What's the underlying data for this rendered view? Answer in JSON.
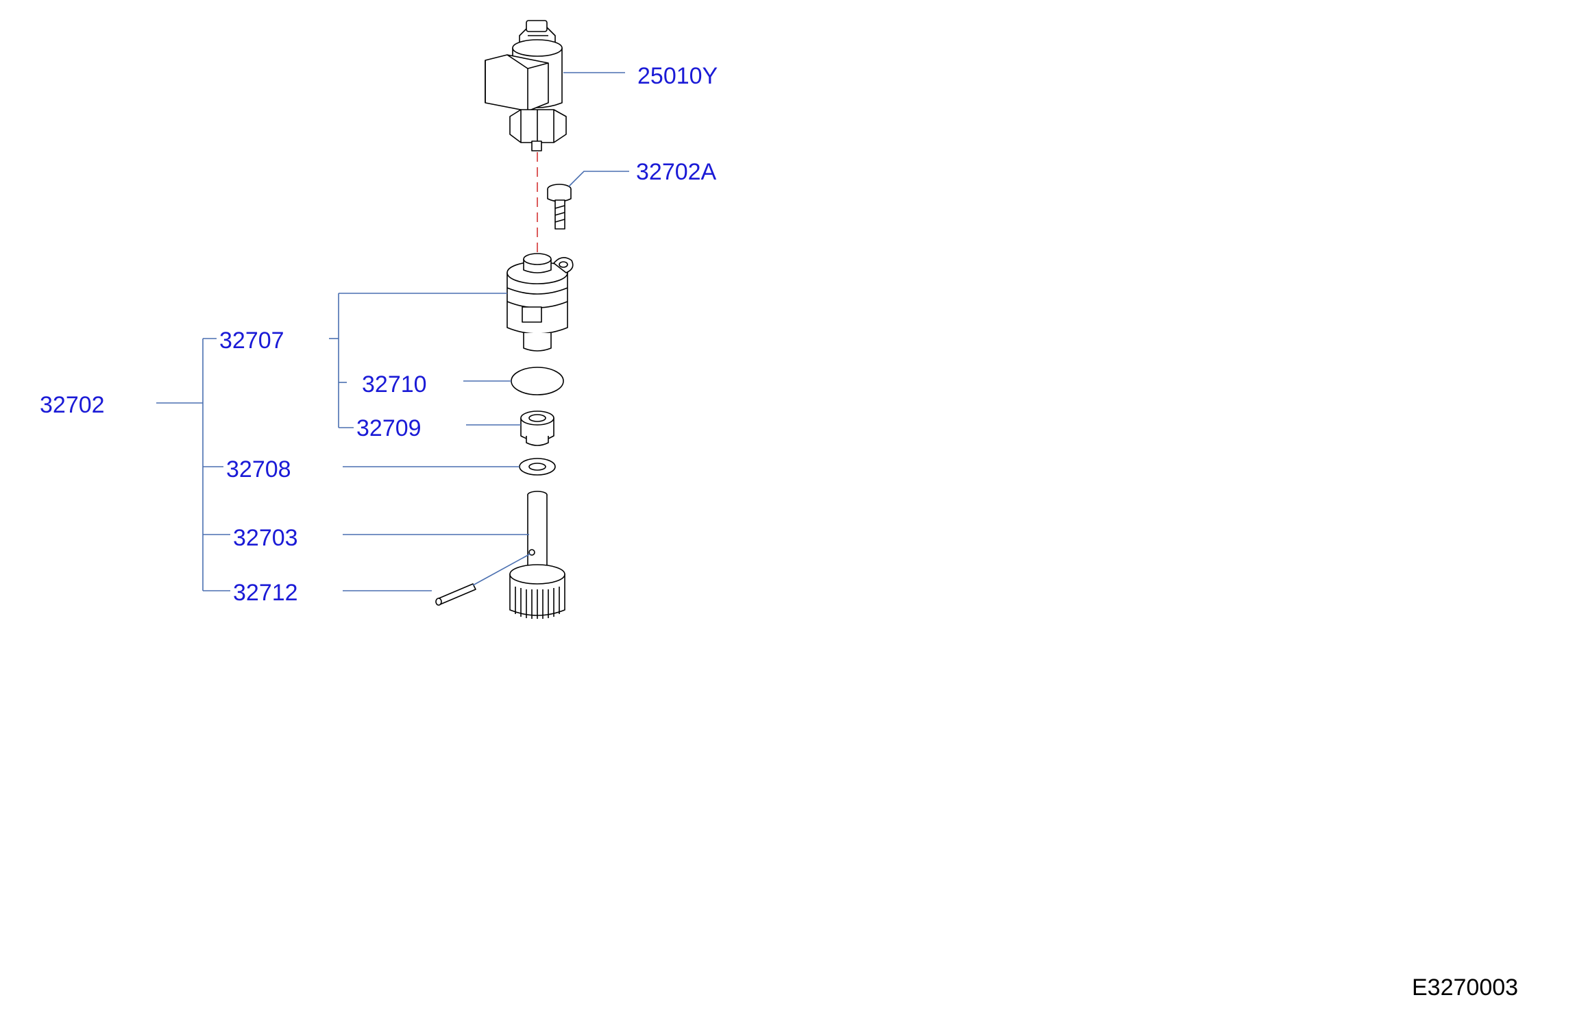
{
  "parts": {
    "sensor": "25010Y",
    "bolt": "32702A",
    "assembly": "32702",
    "housing": "32707",
    "o_ring": "32710",
    "bushing": "32709",
    "washer": "32708",
    "pinion_gear": "32703",
    "pin": "32712"
  },
  "reference_code": "E3270003",
  "colors": {
    "callout_text": "#1a1ad6",
    "leader_line": "#4a6fb0",
    "alignment_axis": "#d84a4a",
    "part_outline": "#000000"
  }
}
